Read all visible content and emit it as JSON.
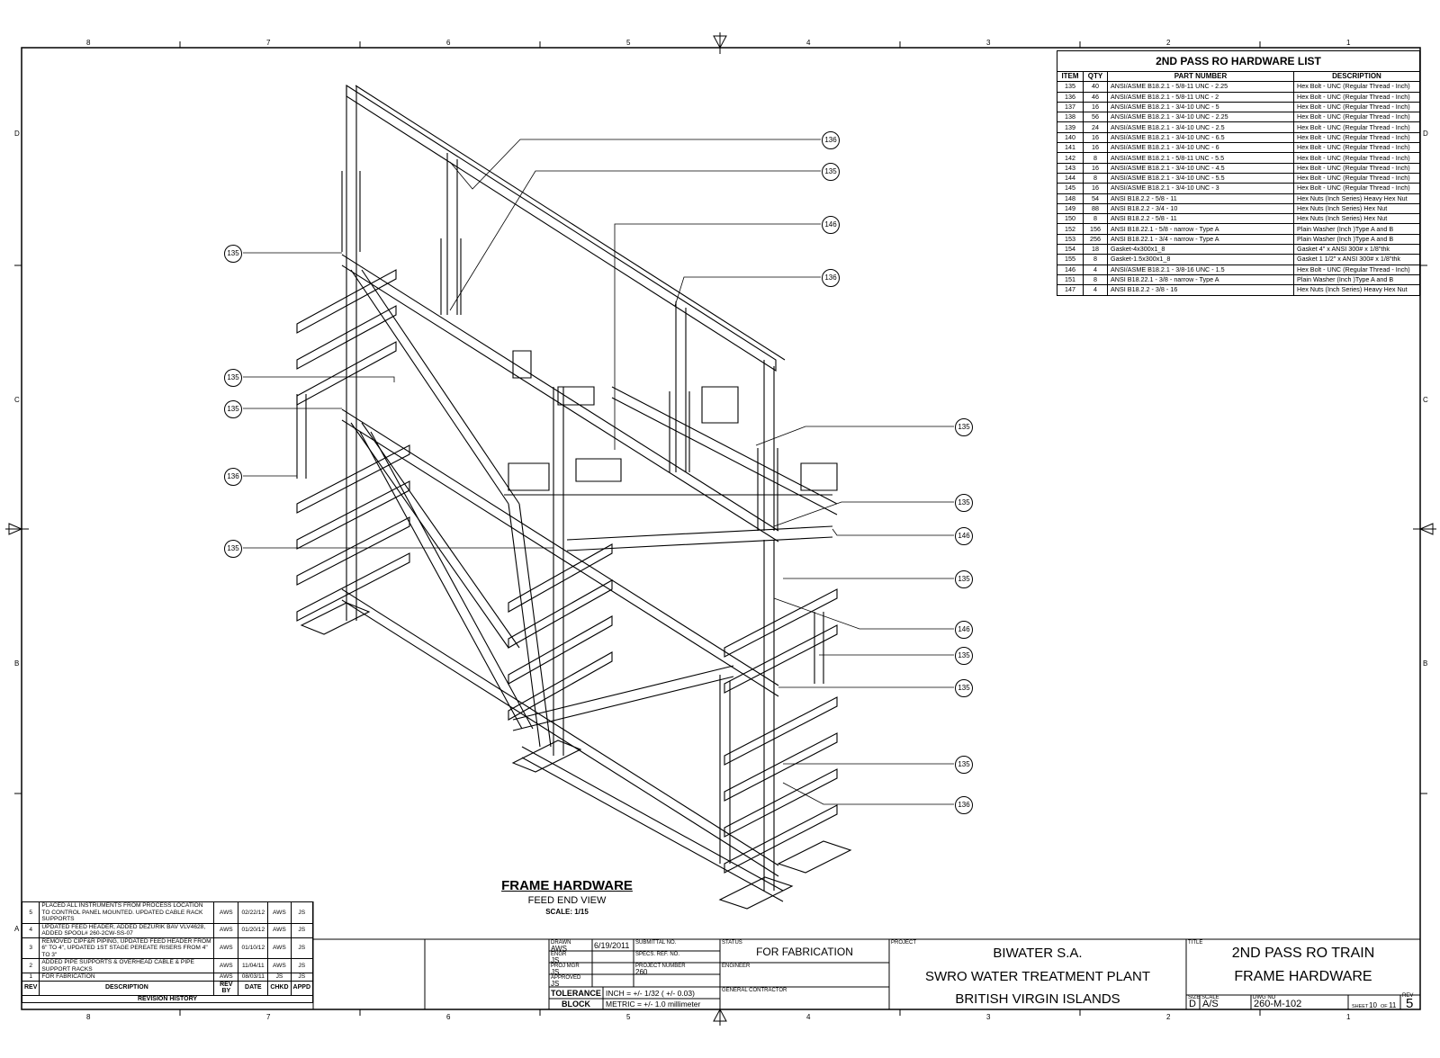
{
  "zone_top": [
    "8",
    "7",
    "6",
    "5",
    "4",
    "3",
    "2",
    "1"
  ],
  "zone_side": [
    "D",
    "C",
    "B",
    "A"
  ],
  "hardware_list": {
    "title": "2ND PASS RO HARDWARE LIST",
    "headers": [
      "ITEM",
      "QTY",
      "PART NUMBER",
      "DESCRIPTION"
    ],
    "rows": [
      [
        "135",
        "40",
        "ANSI/ASME B18.2.1 - 5/8-11 UNC - 2.25",
        "Hex Bolt - UNC (Regular Thread - Inch)"
      ],
      [
        "136",
        "46",
        "ANSI/ASME B18.2.1 - 5/8-11 UNC - 2",
        "Hex Bolt - UNC (Regular Thread - Inch)"
      ],
      [
        "137",
        "16",
        "ANSI/ASME B18.2.1 - 3/4-10 UNC - 5",
        "Hex Bolt - UNC (Regular Thread - Inch)"
      ],
      [
        "138",
        "56",
        "ANSI/ASME B18.2.1 - 3/4-10 UNC - 2.25",
        "Hex Bolt - UNC (Regular Thread - Inch)"
      ],
      [
        "139",
        "24",
        "ANSI/ASME B18.2.1 - 3/4-10 UNC - 2.5",
        "Hex Bolt - UNC (Regular Thread - Inch)"
      ],
      [
        "140",
        "16",
        "ANSI/ASME B18.2.1 - 3/4-10 UNC - 6.5",
        "Hex Bolt - UNC (Regular Thread - Inch)"
      ],
      [
        "141",
        "16",
        "ANSI/ASME B18.2.1 - 3/4-10 UNC - 6",
        "Hex Bolt - UNC (Regular Thread - Inch)"
      ],
      [
        "142",
        "8",
        "ANSI/ASME B18.2.1 - 5/8-11 UNC - 5.5",
        "Hex Bolt - UNC (Regular Thread - Inch)"
      ],
      [
        "143",
        "16",
        "ANSI/ASME B18.2.1 - 3/4-10 UNC - 4.5",
        "Hex Bolt - UNC (Regular Thread - Inch)"
      ],
      [
        "144",
        "8",
        "ANSI/ASME B18.2.1 - 3/4-10 UNC - 5.5",
        "Hex Bolt - UNC (Regular Thread - Inch)"
      ],
      [
        "145",
        "16",
        "ANSI/ASME B18.2.1 - 3/4-10 UNC - 3",
        "Hex Bolt - UNC (Regular Thread - Inch)"
      ],
      [
        "148",
        "54",
        "ANSI B18.2.2 - 5/8 - 11",
        "Hex Nuts (Inch Series) Heavy Hex Nut"
      ],
      [
        "149",
        "88",
        "ANSI B18.2.2 - 3/4 - 10",
        "Hex Nuts (Inch Series) Hex Nut"
      ],
      [
        "150",
        "8",
        "ANSI B18.2.2 - 5/8 - 11",
        "Hex Nuts (Inch Series) Hex Nut"
      ],
      [
        "152",
        "156",
        "ANSI B18.22.1 - 5/8 - narrow - Type A",
        "Plain Washer (Inch )Type A and B"
      ],
      [
        "153",
        "256",
        "ANSI B18.22.1 - 3/4 - narrow - Type A",
        "Plain Washer (Inch )Type A and B"
      ],
      [
        "154",
        "18",
        "Gasket-4x300x1_8",
        "Gasket 4\" x ANSI 300# x 1/8\"thk"
      ],
      [
        "155",
        "8",
        "Gasket-1.5x300x1_8",
        "Gasket 1 1/2\" x ANSI 300# x 1/8\"thk"
      ],
      [
        "146",
        "4",
        "ANSI/ASME B18.2.1 - 3/8-16 UNC - 1.5",
        "Hex Bolt - UNC (Regular Thread - Inch)"
      ],
      [
        "151",
        "8",
        "ANSI B18.22.1 - 3/8 - narrow - Type A",
        "Plain Washer (Inch )Type A and B"
      ],
      [
        "147",
        "4",
        "ANSI B18.2.2 - 3/8 - 16",
        "Hex Nuts (Inch Series) Heavy Hex Nut"
      ]
    ]
  },
  "callouts_left": [
    "135",
    "135",
    "135",
    "136",
    "135"
  ],
  "callouts_right": [
    "136",
    "135",
    "146",
    "136",
    "135",
    "135",
    "146",
    "135",
    "146",
    "135",
    "135",
    "135",
    "136"
  ],
  "view": {
    "title": "FRAME HARDWARE",
    "subtitle": "FEED END VIEW",
    "scale": "SCALE: 1/15"
  },
  "revision_history": {
    "title": "REVISION HISTORY",
    "headers": [
      "REV",
      "DESCRIPTION",
      "REV BY",
      "DATE",
      "CHKD",
      "APPD"
    ],
    "rows": [
      [
        "5",
        "PLACED ALL INSTRUMENTS FROM PROCESS LOCATION TO CONTROL PANEL MOUNTED. UPDATED CABLE RACK SUPPORTS",
        "AWS",
        "02/22/12",
        "AWS",
        "JS"
      ],
      [
        "4",
        "UPDATED FEED HEADER, ADDED DEZURIK BAV VLV4628, ADDED SPOOL# 260-2CW-SS-07",
        "AWS",
        "01/20/12",
        "AWS",
        "JS"
      ],
      [
        "3",
        "REMOVED CIPF&R PIPING, UPDATED FEED HEADER FROM 6\" TO 4\", UPDATED 1ST STAGE PEREATE RISERS FROM 4\" TO 3\"",
        "AWS",
        "01/10/12",
        "AWS",
        "JS"
      ],
      [
        "2",
        "ADDED PIPE SUPPORTS & OVERHEAD CABLE & PIPE SUPPORT RACKS",
        "AWS",
        "11/04/11",
        "AWS",
        "JS"
      ],
      [
        "1",
        "FOR FABRICATION",
        "AWS",
        "08/03/11",
        "JS",
        "JS"
      ]
    ]
  },
  "title_block": {
    "drawn_label": "DRAWN",
    "drawn": "AWS",
    "date": "6/19/2011",
    "engr_label": "ENGR",
    "engr": "JS",
    "proj_mgr_label": "PROJ MGR",
    "proj_mgr": "JS",
    "approved_label": "APPROVED",
    "approved": "JS",
    "submittal_label": "SUBMITTAL NO.",
    "specs_label": "SPECS. REF. NO.",
    "project_number_label": "PROJECT NUMBER",
    "project_number": "260",
    "status_label": "STATUS",
    "status": "FOR FABRICATION",
    "engineer_label": "ENGINEER",
    "gc_label": "GENERAL CONTRACTOR",
    "tolerance_label": "TOLERANCE",
    "block_label": "BLOCK",
    "tol_inch": "INCH = +/- 1/32 ( +/- 0.03)",
    "tol_metric": "METRIC = +/- 1.0 millimeter",
    "project_label": "PROJECT",
    "project_line1": "BIWATER S.A.",
    "project_line2": "SWRO WATER TREATMENT PLANT",
    "project_line3": "BRITISH VIRGIN ISLANDS",
    "title_label": "TITLE",
    "title_line1": "2ND PASS RO TRAIN",
    "title_line2": "FRAME HARDWARE",
    "size_label": "SIZE",
    "size": "D",
    "scale_label": "SCALE",
    "scale": "A/S",
    "dwg_label": "DWG NO",
    "dwg_no": "260-M-102",
    "sheet_label": "SHEET",
    "sheet": "10",
    "of_label": "OF",
    "of": "11",
    "rev_label": "REV",
    "rev": "5"
  }
}
